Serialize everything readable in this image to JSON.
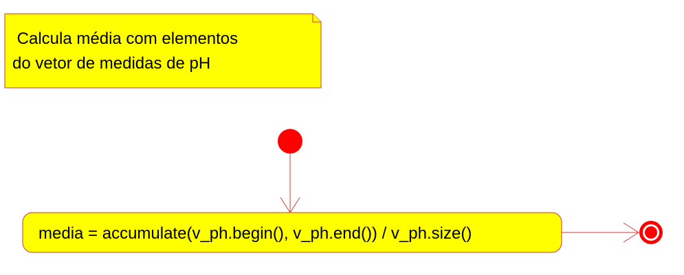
{
  "note": {
    "line1": " Calcula média com elementos",
    "line2": "do vetor de medidas de pH"
  },
  "action": {
    "label": "media = accumulate(v_ph.begin(), v_ph.end()) / v_ph.size()"
  },
  "colors": {
    "note_fill": "#ffff00",
    "note_stroke": "#d23a3a",
    "action_fill": "#ffff00",
    "action_stroke": "#d23a3a",
    "initial_node": "#ff0000",
    "edge": "#d23a3a",
    "final_node": "#ff0000"
  }
}
